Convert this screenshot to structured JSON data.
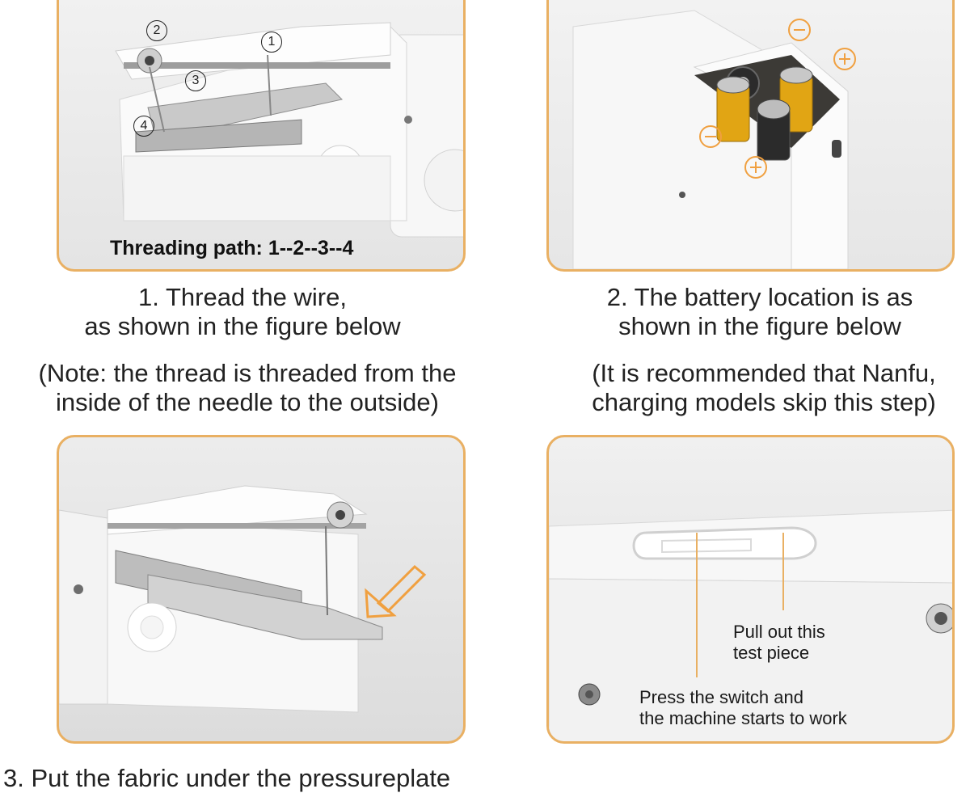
{
  "panel1": {
    "threading_path": "Threading path: 1--2--3--4",
    "markers": [
      "1",
      "2",
      "3",
      "4"
    ]
  },
  "step1": {
    "caption_line1": "1. Thread the wire,",
    "caption_line2": "as shown in the figure below",
    "note_line1": "(Note: the thread is threaded from the",
    "note_line2": "inside of the needle to the outside)"
  },
  "step2": {
    "caption_line1": "2. The battery location is as",
    "caption_line2": "shown in the figure below",
    "note_line1": "(It is recommended that Nanfu,",
    "note_line2": "charging models skip this step)"
  },
  "panel4": {
    "label_pull_line1": "Pull out this",
    "label_pull_line2": "test piece",
    "label_switch_line1": "Press the switch and",
    "label_switch_line2": "the machine starts to work"
  },
  "step3": {
    "caption": "3. Put the fabric under the pressureplate"
  },
  "colors": {
    "frame_border": "#e9b063",
    "battery_gold": "#e1a514",
    "arrow_orange": "#f0a040"
  }
}
